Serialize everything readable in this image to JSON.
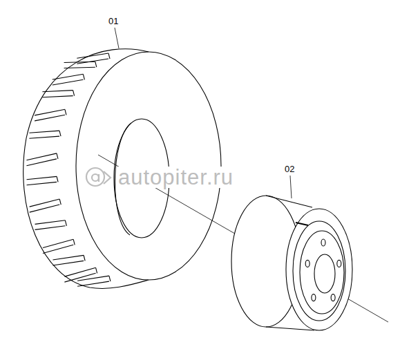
{
  "diagram": {
    "labels": [
      "01",
      "02",
      "autopiter.ru"
    ]
  }
}
